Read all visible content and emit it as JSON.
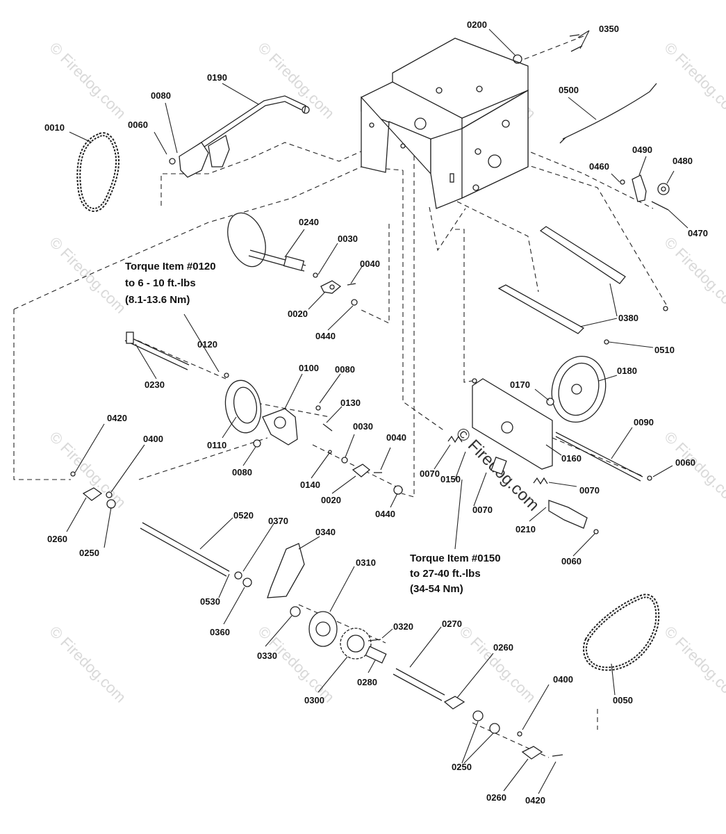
{
  "labels": {
    "l0010": "0010",
    "l0060a": "0060",
    "l0080a": "0080",
    "l0190": "0190",
    "l0200": "0200",
    "l0350": "0350",
    "l0500": "0500",
    "l0460": "0460",
    "l0490": "0490",
    "l0480": "0480",
    "l0470": "0470",
    "l0240": "0240",
    "l0030a": "0030",
    "l0040a": "0040",
    "l0020a": "0020",
    "l0440a": "0440",
    "l0120": "0120",
    "l0230": "0230",
    "l0100": "0100",
    "l0080b": "0080",
    "l0130": "0130",
    "l0110": "0110",
    "l0080c": "0080",
    "l0030b": "0030",
    "l0040b": "0040",
    "l0140": "0140",
    "l0020b": "0020",
    "l0440b": "0440",
    "l0420a": "0420",
    "l0400a": "0400",
    "l0260a": "0260",
    "l0250a": "0250",
    "l0380": "0380",
    "l0510": "0510",
    "l0170": "0170",
    "l0180": "0180",
    "l0090": "0090",
    "l0160": "0160",
    "l0060b": "0060",
    "l0070a": "0070",
    "l0150": "0150",
    "l0070b": "0070",
    "l0070c": "0070",
    "l0210": "0210",
    "l0060c": "0060",
    "l0520": "0520",
    "l0370": "0370",
    "l0340": "0340",
    "l0530": "0530",
    "l0360": "0360",
    "l0310": "0310",
    "l0330": "0330",
    "l0320": "0320",
    "l0270": "0270",
    "l0300": "0300",
    "l0280": "0280",
    "l0260b": "0260",
    "l0400b": "0400",
    "l0250b": "0250",
    "l0260c": "0260",
    "l0420b": "0420",
    "l0050": "0050"
  },
  "notes": {
    "torque_0120": [
      "Torque Item #0120",
      "to 6 - 10 ft.-lbs",
      "(8.1-13.6 Nm)"
    ],
    "torque_0150": [
      "Torque Item #0150",
      "to 27-40 ft.-lbs",
      "(34-54 Nm)"
    ]
  },
  "watermark": {
    "text": "© Firedog.com",
    "center_text": "© Firedog.com"
  },
  "colors": {
    "line": "#222222",
    "watermark": "#d9d9d9",
    "background": "#ffffff"
  }
}
